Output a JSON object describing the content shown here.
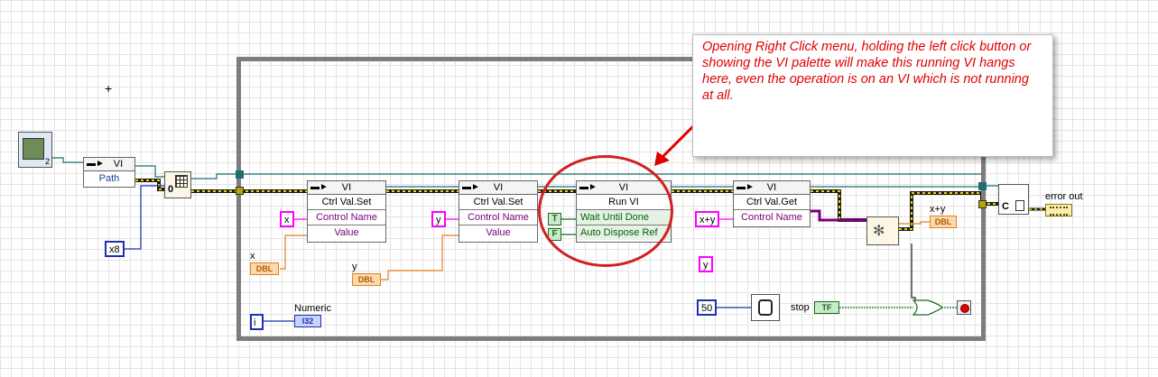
{
  "vi_ref_node": {
    "header": "VI",
    "input": "Path"
  },
  "path_const_label": "2",
  "u8_const": "x8",
  "index_const": "0",
  "set_x": {
    "header": "VI",
    "method": "Ctrl Val.Set",
    "row1": "Control Name",
    "row2": "Value"
  },
  "set_y": {
    "header": "VI",
    "method": "Ctrl Val.Set",
    "row1": "Control Name",
    "row2": "Value"
  },
  "run_vi": {
    "header": "VI",
    "method": "Run VI",
    "row1": "Wait Until Done",
    "row2": "Auto Dispose Ref"
  },
  "get_xy": {
    "header": "VI",
    "method": "Ctrl Val.Get",
    "row1": "Control Name"
  },
  "const_x": "x",
  "const_y": "y",
  "const_xy": "x+y",
  "const_y2": "y",
  "bool_t": "T",
  "bool_f": "F",
  "label_x": "x",
  "label_y": "y",
  "label_xy": "x+y",
  "label_numeric": "Numeric",
  "label_stop": "stop",
  "label_error_out": "error out",
  "term_dbl": "DBL",
  "term_i32": "I32",
  "term_tf": "TF",
  "iter_i": "i",
  "wait_ms": "50",
  "callout_text": "Opening Right Click menu, holding the left click button or showing the VI palette will make this running VI hangs here, even the operation is on an VI which is not running at all.",
  "colors": {
    "error_wire": "#c8b400",
    "ref_wire": "#1e6e6e",
    "string_wire": "#ff00ff",
    "dbl_wire": "#e57f1c",
    "bool_wire": "#1b6b1b",
    "int_wire": "#1c2fb5",
    "annotation_red": "#e00000",
    "loop_gray": "#7d7d7d"
  }
}
